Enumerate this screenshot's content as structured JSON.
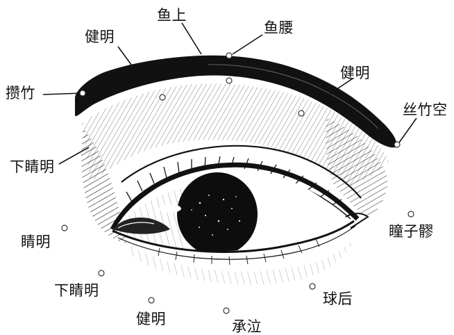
{
  "labels": {
    "yuyao": "鱼腰",
    "yushang": "鱼上",
    "jianming_brow_left": "健明",
    "jianming_brow_right": "健明",
    "jianming_bottom": "健明",
    "zanzhu": "攒竹",
    "sizhukong": "丝竹空",
    "xiajingming_upper": "下睛明",
    "jingming": "睛明",
    "xiajingming_lower": "下睛明",
    "tongziliao": "瞳子髎",
    "qiuhou": "球后",
    "chengqi": "承泣"
  },
  "colors": {
    "ink": "#111111",
    "point": "#ffffff"
  }
}
